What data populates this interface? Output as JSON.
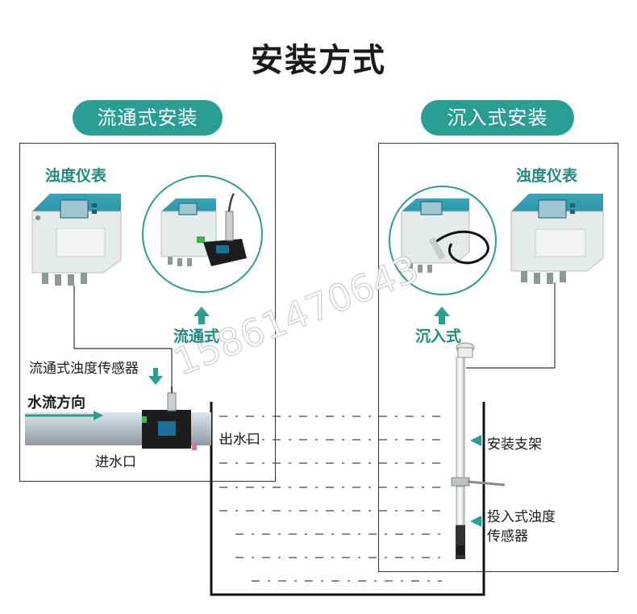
{
  "title": "安装方式",
  "left": {
    "pill": "流通式安装",
    "meter_label": "浊度仪表",
    "mode_label": "流通式",
    "sensor_label": "流通式浊度传感器",
    "flow_label": "水流方向",
    "inlet_label": "进水口"
  },
  "right": {
    "pill": "沉入式安装",
    "meter_label": "浊度仪表",
    "mode_label": "沉入式",
    "bracket_label": "安装支架",
    "sensor_label_line1": "投入式浊度",
    "sensor_label_line2": "传感器"
  },
  "tank": {
    "outlet_label": "出水口"
  },
  "watermark": "15861470643",
  "colors": {
    "accent": "#2a9d94",
    "accent_text": "#1f8a82",
    "meter_body": "#2b8fa3",
    "meter_panel": "#e8ecea",
    "pipe": "#b9c4cc"
  }
}
